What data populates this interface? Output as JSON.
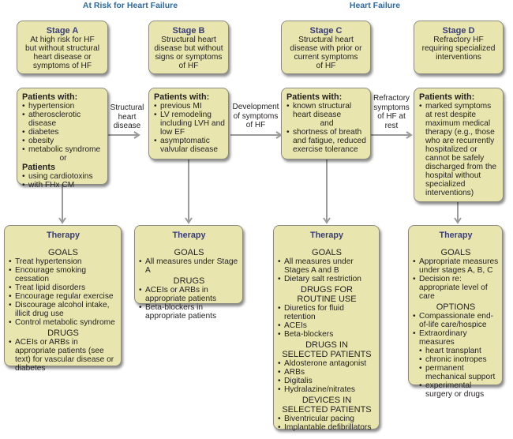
{
  "headers": {
    "at_risk": "At Risk for Heart Failure",
    "heart_failure": "Heart Failure"
  },
  "stages": [
    {
      "title": "Stage A",
      "description": "At high risk for HF\nbut without structural\nheart disease or\nsymptoms of HF"
    },
    {
      "title": "Stage B",
      "description": "Structural heart\ndisease but without\nsigns or symptoms\nof HF"
    },
    {
      "title": "Stage C",
      "description": "Structural heart\ndisease with prior or\ncurrent symptoms\nof HF"
    },
    {
      "title": "Stage D",
      "description": "Refractory HF\nrequiring specialized\ninterventions"
    }
  ],
  "patients": {
    "a": {
      "label": "Patients with:",
      "items": [
        "hypertension",
        "atherosclerotic disease",
        "diabetes",
        "obesity",
        "metabolic syndrome"
      ],
      "or": "or",
      "label2": "Patients",
      "items2": [
        "using cardiotoxins",
        "with FHx CM"
      ]
    },
    "b": {
      "label": "Patients with:",
      "items": [
        "previous MI",
        "LV remodeling including LVH and low EF",
        "asymptomatic valvular disease"
      ]
    },
    "c": {
      "label": "Patients with:",
      "items": [
        "known structural heart disease"
      ],
      "and": "and",
      "items2": [
        "shortness of breath and fatigue, reduced exercise tolerance"
      ]
    },
    "d": {
      "label": "Patients with:",
      "items": [
        "marked symptoms at rest despite maximum medical therapy (e.g., those who are recurrently hospitalized or cannot be safely discharged from the hospital without specialized interventions)"
      ]
    }
  },
  "transitions": [
    "Structural\nheart\ndisease",
    "Development\nof symptoms\nof HF",
    "Refractory\nsymptoms\nof HF at\nrest"
  ],
  "therapy": {
    "a": {
      "title": "Therapy",
      "goals_label": "GOALS",
      "goals": [
        "Treat hypertension",
        "Encourage smoking cessation",
        "Treat lipid disorders",
        "Encourage regular exercise",
        "Discourage alcohol intake, illicit drug use",
        "Control metabolic syndrome"
      ],
      "drugs_label": "DRUGS",
      "drugs": [
        "ACEIs or ARBs in appropriate patients (see text) for vascular disease or diabetes"
      ]
    },
    "b": {
      "title": "Therapy",
      "goals_label": "GOALS",
      "goals": [
        "All measures under Stage A"
      ],
      "drugs_label": "DRUGS",
      "drugs": [
        "ACEIs or ARBs in appropriate patients",
        "Beta-blockers in appropriate patients"
      ]
    },
    "c": {
      "title": "Therapy",
      "goals_label": "GOALS",
      "goals": [
        "All measures under Stages A and B",
        "Dietary salt restriction"
      ],
      "routine_label": "DRUGS FOR\nROUTINE USE",
      "routine": [
        "Diuretics for fluid retention",
        "ACEIs",
        "Beta-blockers"
      ],
      "selected_label": "DRUGS IN\nSELECTED PATIENTS",
      "selected": [
        "Aldosterone antagonist",
        "ARBs",
        "Digitalis",
        "Hydralazine/nitrates"
      ],
      "devices_label": "DEVICES IN\nSELECTED PATIENTS",
      "devices": [
        "Biventricular pacing",
        "Implantable defibrillators"
      ]
    },
    "d": {
      "title": "Therapy",
      "goals_label": "GOALS",
      "goals": [
        "Appropriate measures under stages A, B, C",
        "Decision re: appropriate level of care"
      ],
      "options_label": "OPTIONS",
      "options": [
        "Compassionate end-of-life care/hospice",
        "Extraordinary measures"
      ],
      "extraordinary": [
        "heart transplant",
        "chronic inotropes",
        "permanent mechanical support",
        "experimental surgery or drugs"
      ]
    }
  },
  "colors": {
    "box_fill": "#e8e6ae",
    "header_blue": "#2e6aa0",
    "title_navy": "#3a3d7a",
    "arrow_gray": "#9a9a9a"
  }
}
